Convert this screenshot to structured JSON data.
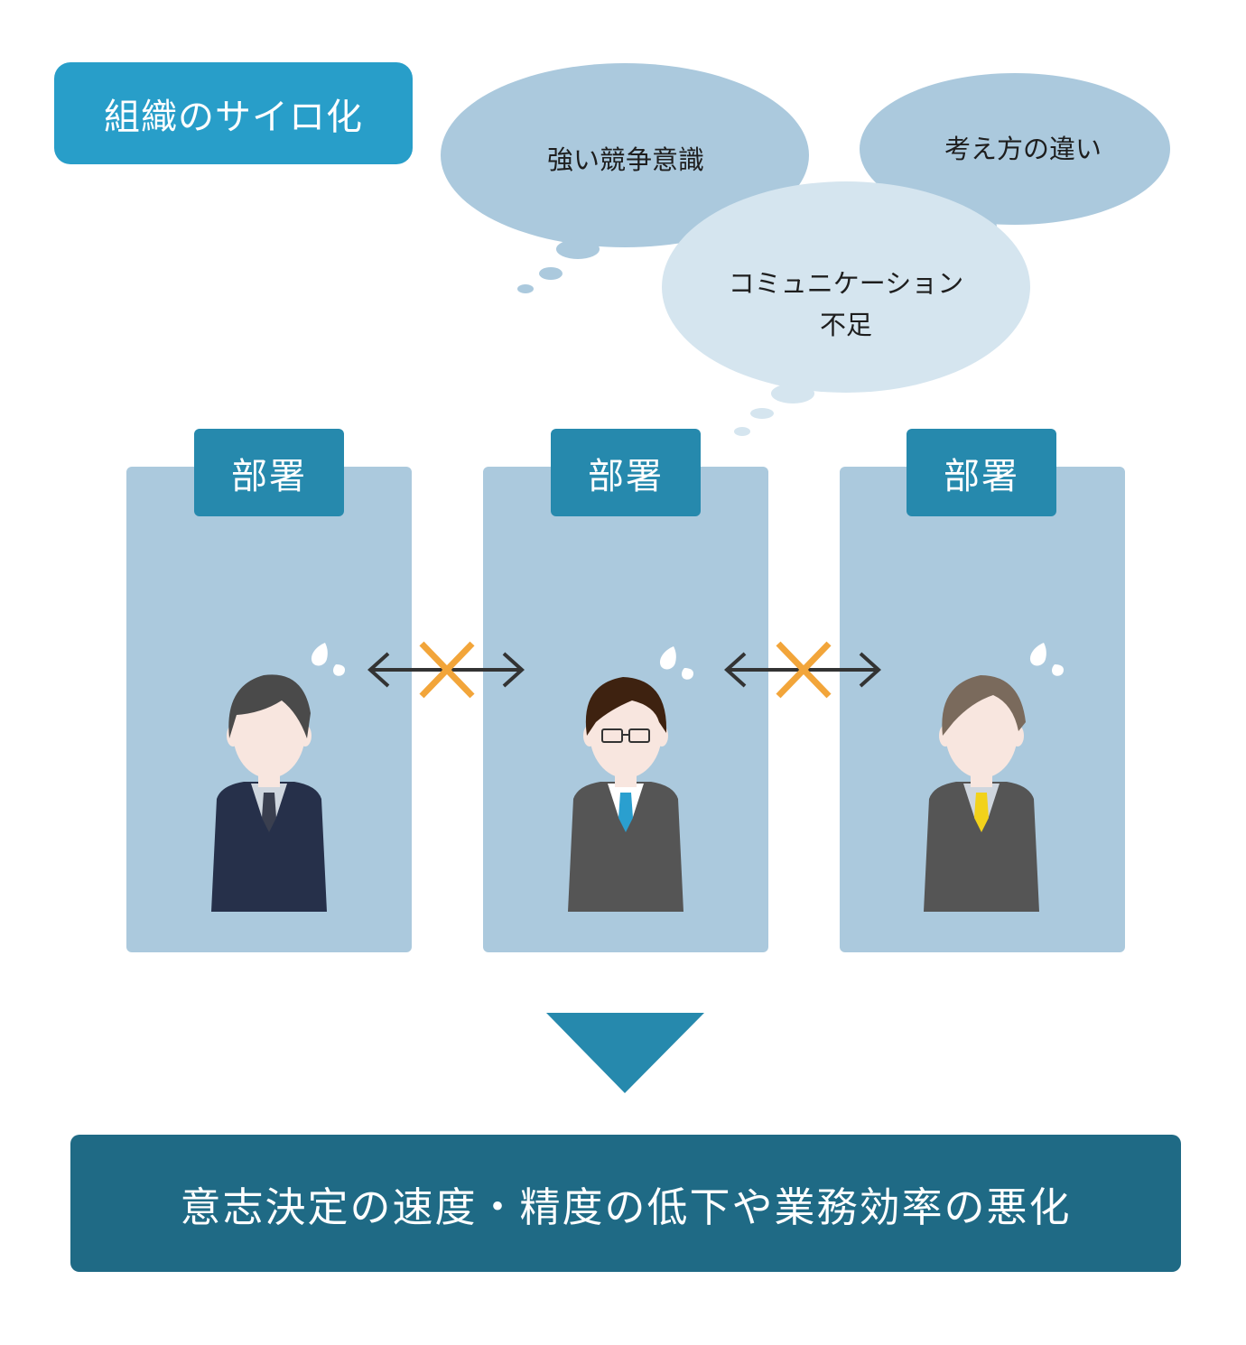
{
  "title": "組織のサイロ化",
  "thought_bubbles": [
    {
      "text": "強い競争意識"
    },
    {
      "text": "考え方の違い"
    },
    {
      "text": "コミュニケーション",
      "text2": "不足"
    }
  ],
  "departments": [
    {
      "label": "部署",
      "tie_color": "#3a3f4f",
      "suit_color": "#26304a",
      "hair_color": "#4a4a4a"
    },
    {
      "label": "部署",
      "tie_color": "#2a9fcf",
      "suit_color": "#555555",
      "hair_color": "#3e2210"
    },
    {
      "label": "部署",
      "tie_color": "#f2d21b",
      "suit_color": "#555555",
      "hair_color": "#7a6a5c"
    }
  ],
  "result": "意志決定の速度・精度の低下や業務効率の悪化",
  "colors": {
    "accent": "#289ec9",
    "dept_label": "#2689ad",
    "panel": "#abc9dd",
    "result": "#1f6a85",
    "cross": "#f2a53a",
    "bubble_dark": "#abc9dd",
    "bubble_light": "#d5e5ef"
  }
}
